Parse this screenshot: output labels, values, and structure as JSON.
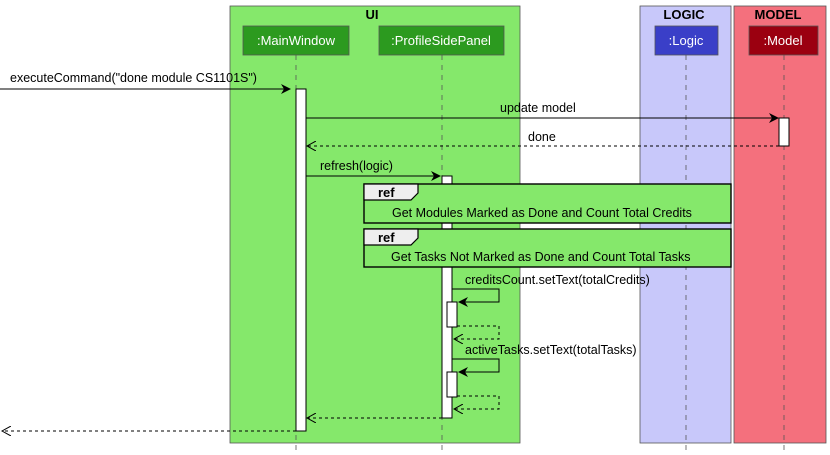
{
  "groups": [
    {
      "id": "ui",
      "title": "UI",
      "color": "#85e86b"
    },
    {
      "id": "logic",
      "title": "LOGIC",
      "color": "#c8c8fa"
    },
    {
      "id": "model",
      "title": "MODEL",
      "color": "#f4707d"
    }
  ],
  "participants": [
    {
      "id": "main",
      "label": ":MainWindow",
      "color": "#2c9a1f"
    },
    {
      "id": "panel",
      "label": ":ProfileSidePanel",
      "color": "#2c9a1f"
    },
    {
      "id": "logic",
      "label": ":Logic",
      "color": "#3a3fc8"
    },
    {
      "id": "model",
      "label": ":Model",
      "color": "#9b0010"
    }
  ],
  "messages": {
    "execute": "executeCommand(\"done module CS1101S\")",
    "update_model": "update model",
    "done": "done",
    "refresh": "refresh(logic)",
    "credits_set": "creditsCount.setText(totalCredits)",
    "tasks_set": "activeTasks.setText(totalTasks)"
  },
  "refs": [
    {
      "tag": "ref",
      "text": "Get Modules Marked as Done and Count Total Credits"
    },
    {
      "tag": "ref",
      "text": "Get Tasks Not Marked as Done and Count Total Tasks"
    }
  ]
}
